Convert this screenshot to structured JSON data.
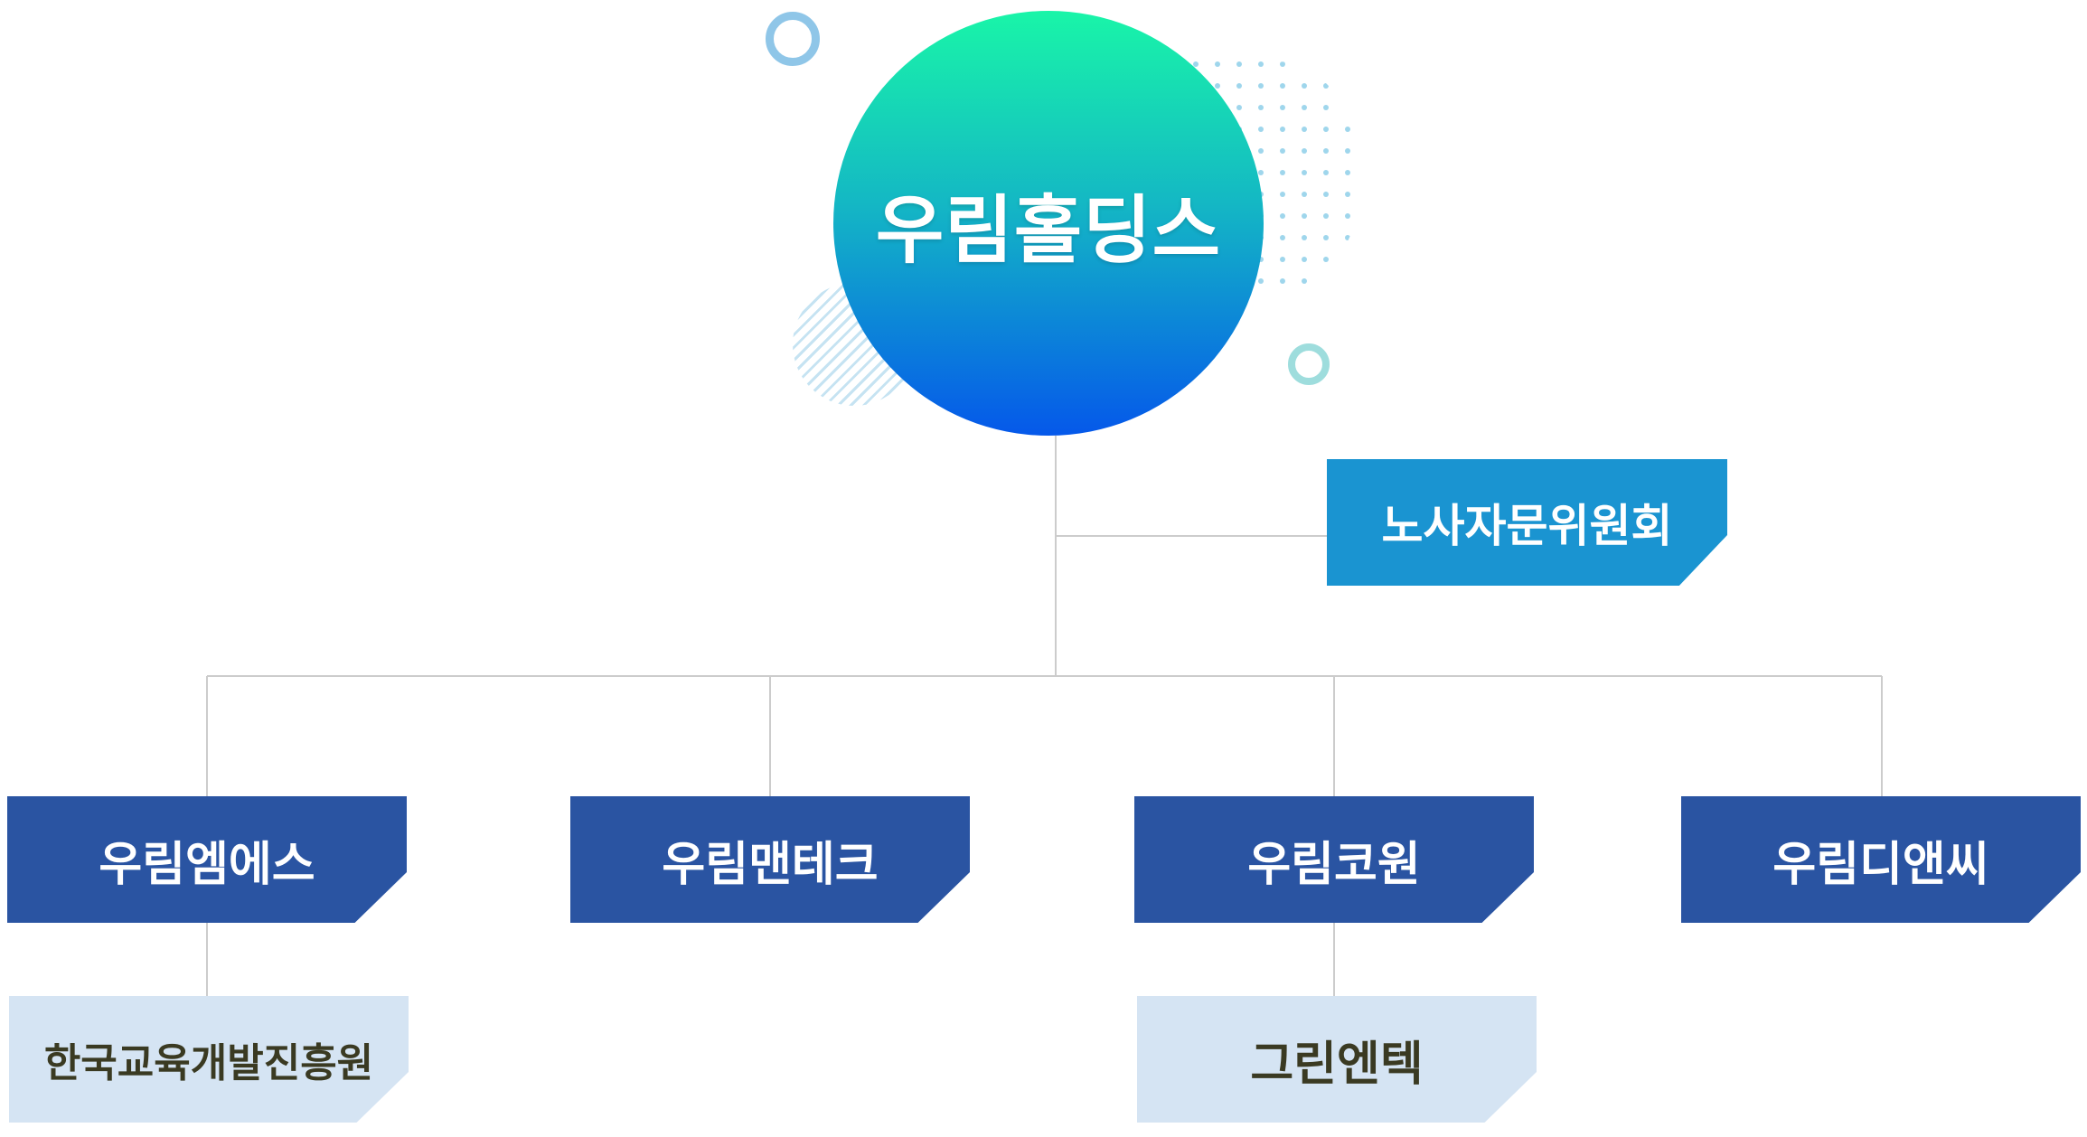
{
  "root": {
    "label": "우림홀딩스"
  },
  "committee": {
    "label": "노사자문위원회"
  },
  "subsidiaries": [
    {
      "label": "우림엠에스"
    },
    {
      "label": "우림맨테크"
    },
    {
      "label": "우림코원"
    },
    {
      "label": "우림디앤씨"
    }
  ],
  "affiliates": [
    {
      "label": "한국교육개발진흥원"
    },
    {
      "label": "그린엔텍"
    }
  ],
  "colors": {
    "root_gradient_top": "#19f5a8",
    "root_gradient_bottom": "#0558ea",
    "committee": "#1a94d1",
    "subsidiary": "#2a54a2",
    "affiliate": "#d5e4f3",
    "connector": "#cccccc"
  }
}
